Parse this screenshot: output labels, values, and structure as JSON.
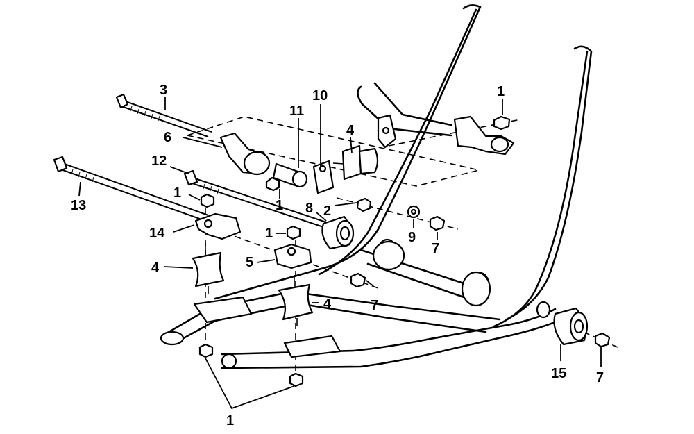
{
  "callouts": {
    "c1_top_right": "1",
    "c3": "3",
    "c11": "11",
    "c10": "10",
    "c4_top": "4",
    "c6": "6",
    "c12": "12",
    "c1_mid": "1",
    "c13": "13",
    "c1_left": "1",
    "c8": "8",
    "c2": "2",
    "c9": "9",
    "c7_mid": "7",
    "c14": "14",
    "c1_center": "1",
    "c5": "5",
    "c4_left": "4",
    "c7_lower": "7",
    "c4_center": "4",
    "c15": "15",
    "c7_right": "7",
    "c1_bottom": "1"
  }
}
